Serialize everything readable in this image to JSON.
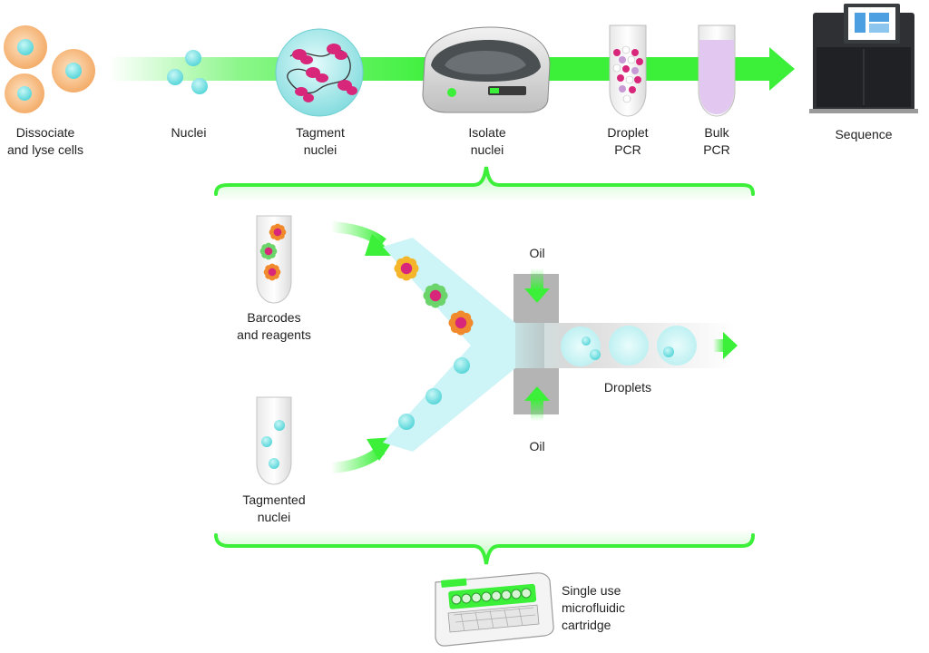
{
  "workflow": {
    "steps": [
      {
        "line1": "Dissociate",
        "line2": "and lyse cells",
        "icon": "cells-icon"
      },
      {
        "line1": "Nuclei",
        "line2": "",
        "icon": "nuclei-icon"
      },
      {
        "line1": "Tagment",
        "line2": "nuclei",
        "icon": "tagmented-nucleus-icon"
      },
      {
        "line1": "Isolate",
        "line2": "nuclei",
        "icon": "droplet-generator-instrument-icon"
      },
      {
        "line1": "Droplet",
        "line2": "PCR",
        "icon": "droplet-pcr-tube-icon"
      },
      {
        "line1": "Bulk",
        "line2": "PCR",
        "icon": "bulk-pcr-tube-icon"
      },
      {
        "line1": "Sequence",
        "line2": "",
        "icon": "sequencer-icon"
      }
    ]
  },
  "microfluidics": {
    "barcodes": {
      "line1": "Barcodes",
      "line2": "and reagents"
    },
    "tagmented": {
      "line1": "Tagmented",
      "line2": "nuclei"
    },
    "oil_top": "Oil",
    "oil_bottom": "Oil",
    "droplets": "Droplets"
  },
  "cartridge": {
    "line1": "Single use",
    "line2": "microfluidic",
    "line3": "cartridge"
  },
  "colors": {
    "arrow_green": "#3cf03a",
    "cyan": "#7fe3e3",
    "cell_orange": "#f6b26b",
    "magenta": "#d8277a",
    "channel_cyan": "#cdf4f6",
    "oil_gray": "#b4b4b4"
  }
}
